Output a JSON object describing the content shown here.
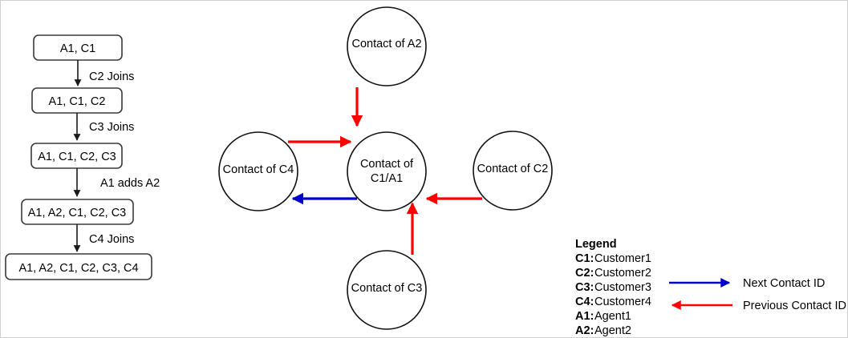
{
  "colors": {
    "red": "#FF0000",
    "blue": "#0000CC",
    "box_stroke": "#3a3a3a",
    "circle_stroke": "#111111",
    "arrow_black": "#1a1a1a",
    "background": "#ffffff"
  },
  "flowchart": {
    "boxes": [
      {
        "label": "A1, C1"
      },
      {
        "label": "A1, C1, C2"
      },
      {
        "label": "A1, C1, C2, C3"
      },
      {
        "label": "A1, A2, C1, C2, C3"
      },
      {
        "label": "A1, A2, C1, C2, C3, C4"
      }
    ],
    "transitions": [
      {
        "label": "C2 Joins"
      },
      {
        "label": "C3 Joins"
      },
      {
        "label": "A1 adds A2"
      },
      {
        "label": "C4 Joins"
      }
    ]
  },
  "graph": {
    "nodes": [
      {
        "id": "a2",
        "label": "Contact of A2"
      },
      {
        "id": "c4",
        "label": "Contact of C4"
      },
      {
        "id": "center",
        "label_line1": "Contact of",
        "label_line2": "C1/A1"
      },
      {
        "id": "c2",
        "label": "Contact of C2"
      },
      {
        "id": "c3",
        "label": "Contact of C3"
      }
    ],
    "edges": [
      {
        "from": "a2",
        "to": "center",
        "type": "previous",
        "color": "#FF0000"
      },
      {
        "from": "c4",
        "to": "center",
        "type": "previous",
        "color": "#FF0000"
      },
      {
        "from": "c2",
        "to": "center",
        "type": "previous",
        "color": "#FF0000"
      },
      {
        "from": "c3",
        "to": "center",
        "type": "previous",
        "color": "#FF0000"
      },
      {
        "from": "center",
        "to": "c4",
        "type": "next",
        "color": "#0000CC"
      }
    ]
  },
  "legend": {
    "title": "Legend",
    "entries": [
      {
        "key": "C1:",
        "value": "Customer1"
      },
      {
        "key": "C2:",
        "value": "Customer2"
      },
      {
        "key": "C3:",
        "value": "Customer3"
      },
      {
        "key": "C4:",
        "value": "Customer4"
      },
      {
        "key": "A1:",
        "value": "Agent1"
      },
      {
        "key": "A2:",
        "value": "Agent2"
      }
    ],
    "arrows": [
      {
        "label": "Next Contact ID",
        "color": "#0000CC",
        "direction": "right"
      },
      {
        "label": "Previous Contact ID",
        "color": "#FF0000",
        "direction": "left"
      }
    ]
  }
}
